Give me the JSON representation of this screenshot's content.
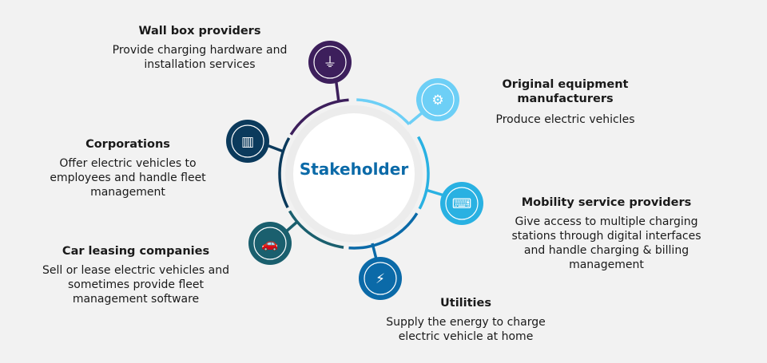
{
  "center": {
    "label": "Stakeholder",
    "color": "#0b6aa8"
  },
  "stakeholders": [
    {
      "title": "Wall box providers",
      "description": "Provide charging hardware and installation services",
      "icon": "plug-icon",
      "color": "#3d1f5c"
    },
    {
      "title": "Original equipment manufacturers",
      "description": "Produce electric vehicles",
      "icon": "factory-icon",
      "color": "#6dcff6"
    },
    {
      "title": "Mobility service providers",
      "description": "Give access to multiple charging stations through digital interfaces and handle charging & billing management",
      "icon": "laptop-charging-icon",
      "color": "#29b1e2"
    },
    {
      "title": "Utilities",
      "description": "Supply the energy to charge electric vehicle at home",
      "icon": "power-tower-icon",
      "color": "#0b6aa8"
    },
    {
      "title": "Car leasing companies",
      "description": "Sell or lease electric vehicles and sometimes provide fleet management software",
      "icon": "car-icon",
      "color": "#1a5f6e"
    },
    {
      "title": "Corporations",
      "description": "Offer electric vehicles to employees and handle fleet management",
      "icon": "buildings-icon",
      "color": "#0b3a5c"
    }
  ]
}
